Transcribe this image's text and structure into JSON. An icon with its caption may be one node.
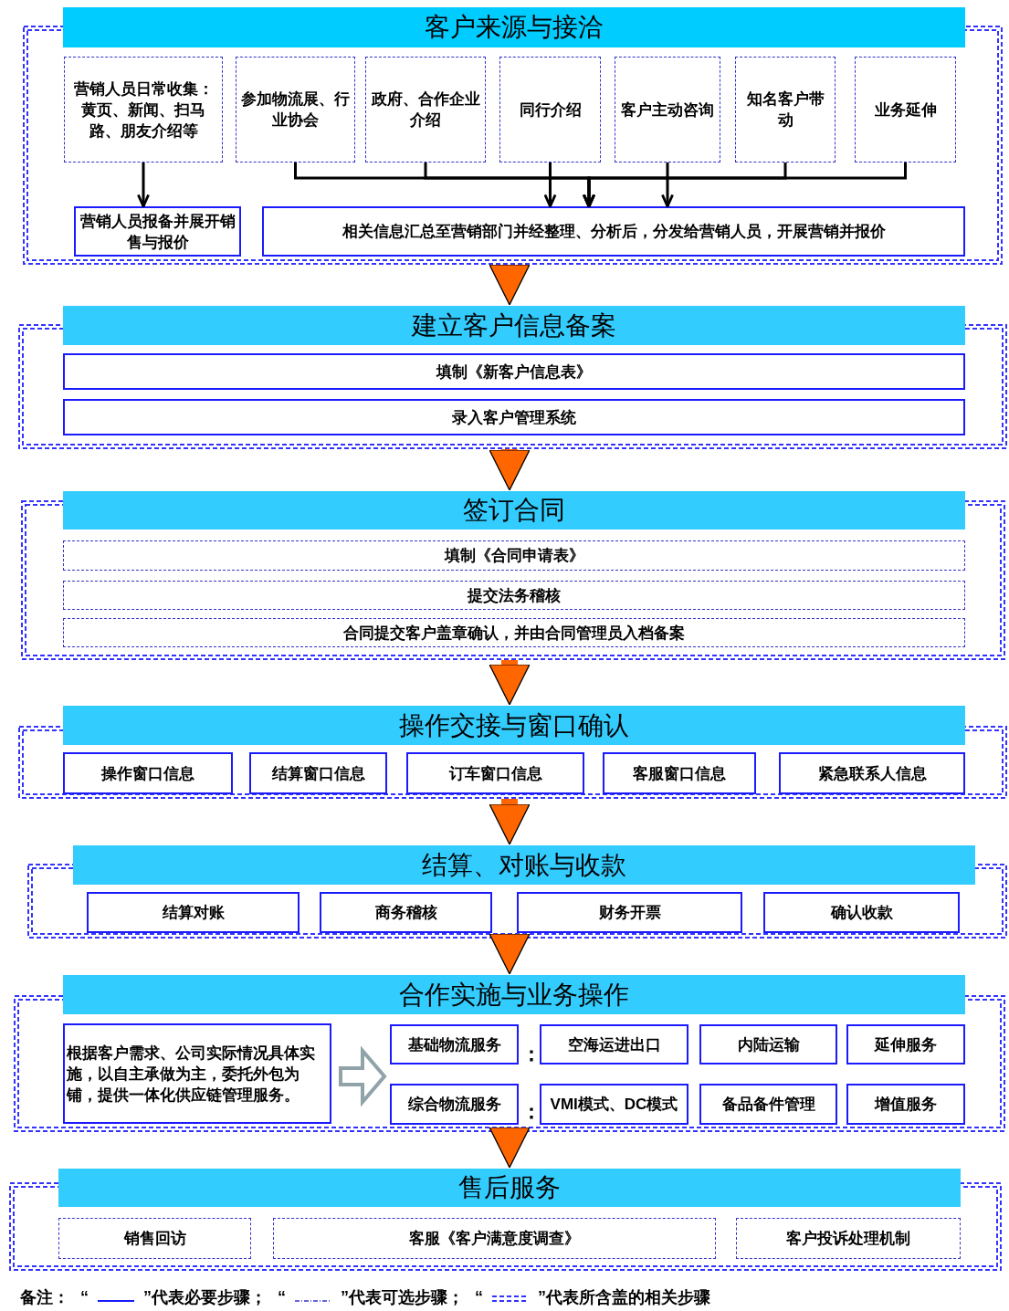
{
  "diagram": {
    "nodes": [
      {
        "text": [
          "客户来源与接洽"
        ]
      },
      {
        "text": [
          "营销人员日常收集：黄页、新闻、扫马路、朋友介绍等"
        ],
        "in": 0
      },
      {
        "text": [
          "参加物流展、行业协会"
        ],
        "in": 0
      },
      {
        "text": [
          "政府、合作企业介绍"
        ],
        "in": 0
      },
      {
        "text": [
          "同行介绍"
        ],
        "in": 0
      },
      {
        "text": [
          "客户主动咨询"
        ],
        "in": 0
      },
      {
        "text": [
          "知名客户带动"
        ],
        "in": 0
      },
      {
        "text": [
          "业务延伸"
        ],
        "in": 0
      },
      {
        "text": [
          "营销人员报备并展开销售与报价"
        ],
        "in": 0
      },
      {
        "text": [
          "相关信息汇总至营销部门并经整理、分析后，分发给营销人员，开展营销并报价"
        ],
        "in": 0
      },
      {
        "text": [
          "建立客户信息备案"
        ]
      },
      {
        "text": [
          "填制《新客户信息表》"
        ],
        "in": 10
      },
      {
        "text": [
          "录入客户管理系统"
        ],
        "in": 10
      },
      {
        "text": [
          "签订合同"
        ]
      },
      {
        "text": [
          "填制《合同申请表》"
        ],
        "in": 13
      },
      {
        "text": [
          "提交法务稽核"
        ],
        "in": 13
      },
      {
        "text": [
          "合同提交客户盖章确认，并由合同管理员入档备案"
        ],
        "in": 13
      },
      {
        "text": [
          "操作交接与窗口确认"
        ]
      },
      {
        "text": [
          "操作窗口信息"
        ],
        "in": 17
      },
      {
        "text": [
          "结算窗口信息"
        ],
        "in": 17
      },
      {
        "text": [
          "订车窗口信息"
        ],
        "in": 17
      },
      {
        "text": [
          "客服窗口信息"
        ],
        "in": 17
      },
      {
        "text": [
          "紧急联系人信息"
        ],
        "in": 17
      },
      {
        "text": [
          "结算、对账与收款"
        ]
      },
      {
        "text": [
          "结算对账"
        ],
        "in": 23
      },
      {
        "text": [
          "商务稽核"
        ],
        "in": 23
      },
      {
        "text": [
          "财务开票"
        ],
        "in": 23
      },
      {
        "text": [
          "确认收款"
        ],
        "in": 23
      },
      {
        "text": [
          "合作实施与业务操作"
        ]
      },
      {
        "text": [
          "根据客户需求、公司实际情况具体实施，以自主承做为主，委托外包为铺，提供一体化供应链管理服务。"
        ],
        "in": 28
      },
      {
        "text": [
          "基础物流服务"
        ],
        "in": 28
      },
      {
        "text": [
          "空海运进出口"
        ],
        "in": 28
      },
      {
        "text": [
          "内陆运输"
        ],
        "in": 28
      },
      {
        "text": [
          "延伸服务"
        ],
        "in": 28
      },
      {
        "text": [
          "综合物流服务"
        ],
        "in": 28
      },
      {
        "text": [
          "VMI模式、DC模式"
        ],
        "in": 28
      },
      {
        "text": [
          "备品备件管理"
        ],
        "in": 28
      },
      {
        "text": [
          "增值服务"
        ],
        "in": 28
      },
      {
        "text": [
          "售后服务"
        ]
      },
      {
        "text": [
          "销售回访"
        ],
        "in": 38
      },
      {
        "text": [
          "客服《客户满意度调查》"
        ],
        "in": 38
      },
      {
        "text": [
          "客户投诉处理机制"
        ],
        "in": 38
      }
    ],
    "edges": [
      {
        "from": 1,
        "to": 8,
        "arrow": "to"
      },
      {
        "from": 2,
        "to": 9,
        "arrow": "to"
      },
      {
        "from": 3,
        "to": 9,
        "arrow": "to"
      },
      {
        "from": 4,
        "to": 9,
        "arrow": "to"
      },
      {
        "from": 5,
        "to": 9,
        "arrow": "to"
      },
      {
        "from": 6,
        "to": 9,
        "arrow": "to"
      },
      {
        "from": 7,
        "to": 9,
        "arrow": "to"
      },
      {
        "from": 0,
        "to": 10,
        "arrow": "to",
        "style": "thick",
        "color": "#ff6600"
      },
      {
        "from": 10,
        "to": 13,
        "arrow": "to",
        "style": "thick",
        "color": "#ff6600"
      },
      {
        "from": 13,
        "to": 17,
        "arrow": "to",
        "style": "thick",
        "color": "#ff6600"
      },
      {
        "from": 17,
        "to": 23,
        "arrow": "to",
        "style": "thick",
        "color": "#ff6600"
      },
      {
        "from": 23,
        "to": 28,
        "arrow": "to",
        "style": "thick",
        "color": "#ff6600"
      },
      {
        "from": 28,
        "to": 38,
        "arrow": "to",
        "style": "thick",
        "color": "#ff6600"
      },
      {
        "from": 29,
        "to": null,
        "arrow": "to",
        "style": "thick",
        "color": "#8fa3a8"
      }
    ],
    "labels": [
      "：",
      "：",
      "备注：",
      "“",
      "“",
      "“"
    ],
    "legend": [
      {
        "text": "”代表必要步骤；"
      },
      {
        "text": "”代表可选步骤；"
      },
      {
        "text": "”代表所含盖的相关步骤"
      }
    ]
  }
}
